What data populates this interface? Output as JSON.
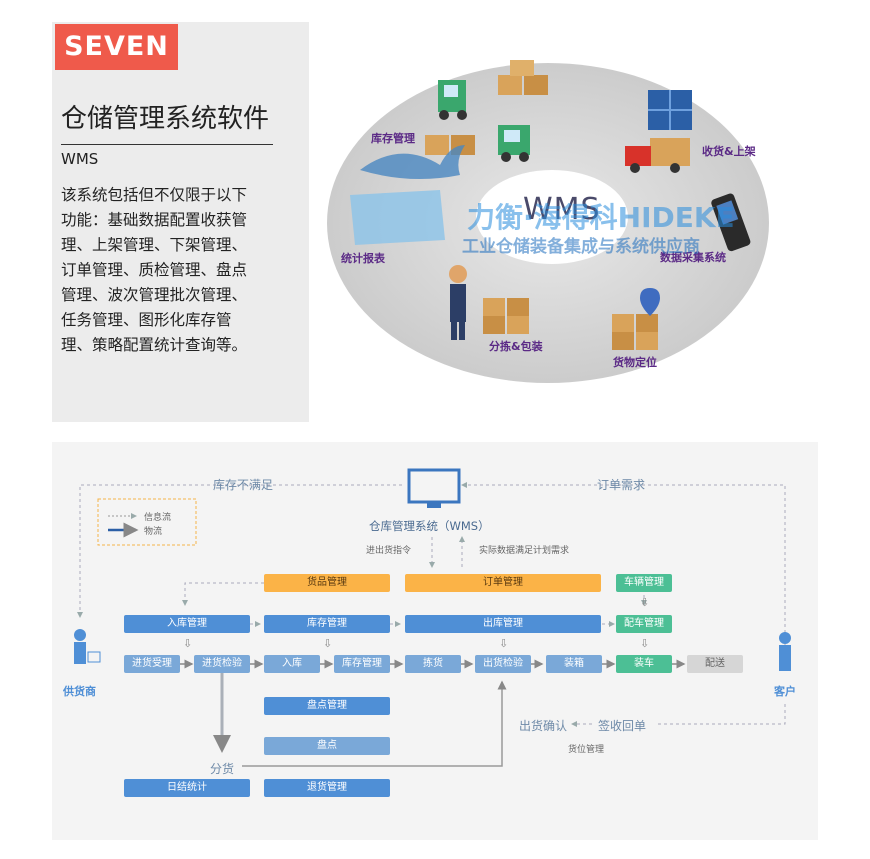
{
  "intro": {
    "badge": "SEVEN",
    "title": "仓储管理系统软件",
    "subtitle": "WMS",
    "description": "该系统包括但不仅限于以下功能：基础数据配置收获管理、上架管理、下架管理、订单管理、质检管理、盘点管理、波次管理批次管理、任务管理、图形化库存管理、策略配置统计查询等。"
  },
  "ring": {
    "center": "WMS",
    "labels": {
      "inventory": "库存管理",
      "receiving": "收货&上架",
      "stats": "统计报表",
      "data": "数据采集系统",
      "picking": "分拣&包装",
      "locating": "货物定位"
    },
    "watermark_line1": "力衡·海得科HIDEKE",
    "watermark_line2": "工业仓储装备集成与系统供应商"
  },
  "flow": {
    "wms_label": "仓库管理系统（WMS）",
    "legend_info": "信息流",
    "legend_goods": "物流",
    "stock_short": "库存不满足",
    "order_demand": "订单需求",
    "in_out_cmd": "进出货指令",
    "actual_data": "实际数据满足计划需求",
    "goods_mgmt": "货品管理",
    "order_mgmt": "订单管理",
    "vehicle_mgmt": "车辆管理",
    "inbound_mgmt": "入库管理",
    "stock_mgmt": "库存管理",
    "outbound_mgmt": "出库管理",
    "dispatch_mgmt": "配车管理",
    "row": [
      "进货受理",
      "进货检验",
      "入库",
      "库存管理",
      "拣货",
      "出货检验",
      "装箱",
      "装车",
      "配送"
    ],
    "supplier": "供货商",
    "customer": "客户",
    "count_mgmt": "盘点管理",
    "count": "盘点",
    "ship_confirm": "出货确认",
    "sign_back": "签收回单",
    "location_mgmt": "货位管理",
    "split": "分货",
    "daily_stats": "日结统计",
    "return_mgmt": "退货管理"
  }
}
